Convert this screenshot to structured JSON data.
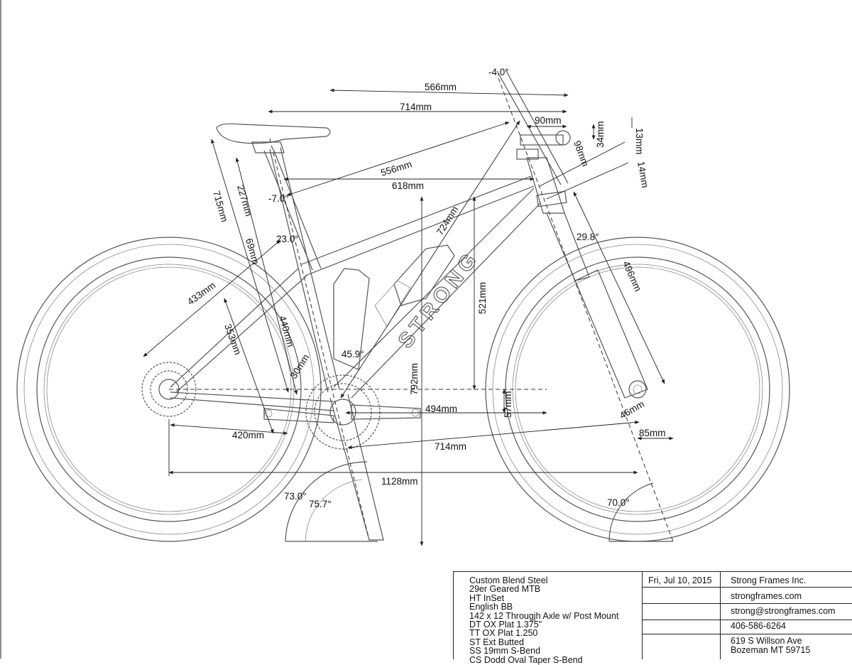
{
  "dimensions": {
    "top_566": "566mm",
    "top_714": "714mm",
    "stem_90": "90mm",
    "stem_34": "34mm",
    "spacer_13": "13mm",
    "stack_98": "98mm",
    "stack_14": "14mm",
    "tt_556": "556mm",
    "reach_618": "618mm",
    "seat_715": "715mm",
    "seat_227": "227mm",
    "setback_69": "69mm",
    "dt_724": "724mm",
    "fork_496": "496mm",
    "stay_433": "433mm",
    "stay_353": "353mm",
    "st_440": "440mm",
    "bb_30": "30mm",
    "front_521": "521mm",
    "height_792": "792mm",
    "front_494": "494mm",
    "drop_57": "57mm",
    "off_46": "46mm",
    "trail_85": "85mm",
    "cs_420": "420mm",
    "fc_714": "714mm",
    "wb_1128": "1128mm"
  },
  "angles": {
    "stem_angle": "-4.0°",
    "seat_angle": "-7.0°",
    "seatstay_angle": "23.0°",
    "head_angle_top": "29.8°",
    "bb_angle": "45.9°",
    "seat_tube_73": "73.0°",
    "seat_tube_75": "75.7°",
    "head_tube_70": "70.0°"
  },
  "branding": {
    "downtube_logo": "STRONG"
  },
  "title_block": {
    "spec_lines": [
      "Custom Blend Steel",
      "29er Geared MTB",
      "HT InSet",
      "English BB",
      "142 x 12 Througjh Axle w/ Post Mount",
      "DT OX Plat 1.375\"",
      "TT OX Plat 1.250",
      "ST Ext Butted",
      "SS 19mm S-Bend",
      "CS Dodd Oval Taper S-Bend"
    ],
    "date": "Fri, Jul 10, 2015",
    "company": "Strong Frames Inc.",
    "website": "strongframes.com",
    "email": "strong@strongframes.com",
    "phone": "406-586-6264",
    "address_line1": "619 S Willson Ave",
    "address_line2": "Bozeman MT 59715"
  }
}
